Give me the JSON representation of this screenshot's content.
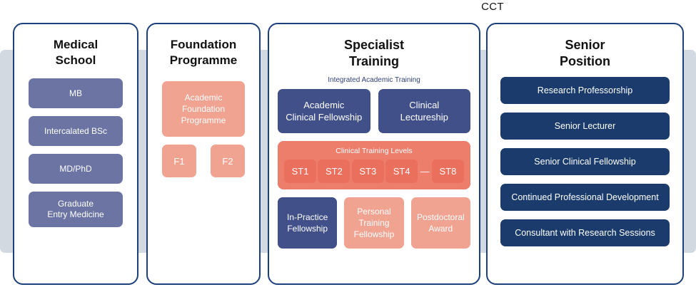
{
  "top_label": "CCT",
  "columns": [
    {
      "title": "Medical\nSchool",
      "items": [
        {
          "label": "MB"
        },
        {
          "label": "Intercalated BSc"
        },
        {
          "label": "MD/PhD"
        },
        {
          "label": "Graduate\nEntry Medicine"
        }
      ]
    },
    {
      "title": "Foundation\nProgramme",
      "main": {
        "label": "Academic\nFoundation\nProgramme"
      },
      "years": [
        {
          "label": "F1"
        },
        {
          "label": "F2"
        }
      ]
    },
    {
      "title": "Specialist\nTraining",
      "subtitle": "Integrated Academic Training",
      "academic_row": [
        {
          "label": "Academic\nClinical Fellowship"
        },
        {
          "label": "Clinical\nLectureship"
        }
      ],
      "clinical_levels": {
        "label": "Clinical Training Levels",
        "stages": [
          "ST1",
          "ST2",
          "ST3",
          "ST4",
          "ST8"
        ],
        "separator": "—"
      },
      "fellowship_row": [
        {
          "label": "In-Practice\nFellowship"
        },
        {
          "label": "Personal\nTraining\nFellowship"
        },
        {
          "label": "Postdoctoral\nAward"
        }
      ]
    },
    {
      "title": "Senior\nPosition",
      "items": [
        {
          "label": "Research Professorship"
        },
        {
          "label": "Senior Lecturer"
        },
        {
          "label": "Senior Clinical Fellowship"
        },
        {
          "label": "Continued Professional Development"
        },
        {
          "label": "Consultant with Research Sessions"
        }
      ]
    }
  ],
  "colors": {
    "card_border": "#1d3f7a",
    "band": "#d3d9e0",
    "medical_box": "#6c74a3",
    "salmon": "#f1a391",
    "coral_container": "#ee7e6c",
    "coral_stage": "#eb6f5d",
    "navy_mid": "#42508a",
    "navy_dark": "#1a3b6b",
    "subtitle_text": "#33417a"
  }
}
